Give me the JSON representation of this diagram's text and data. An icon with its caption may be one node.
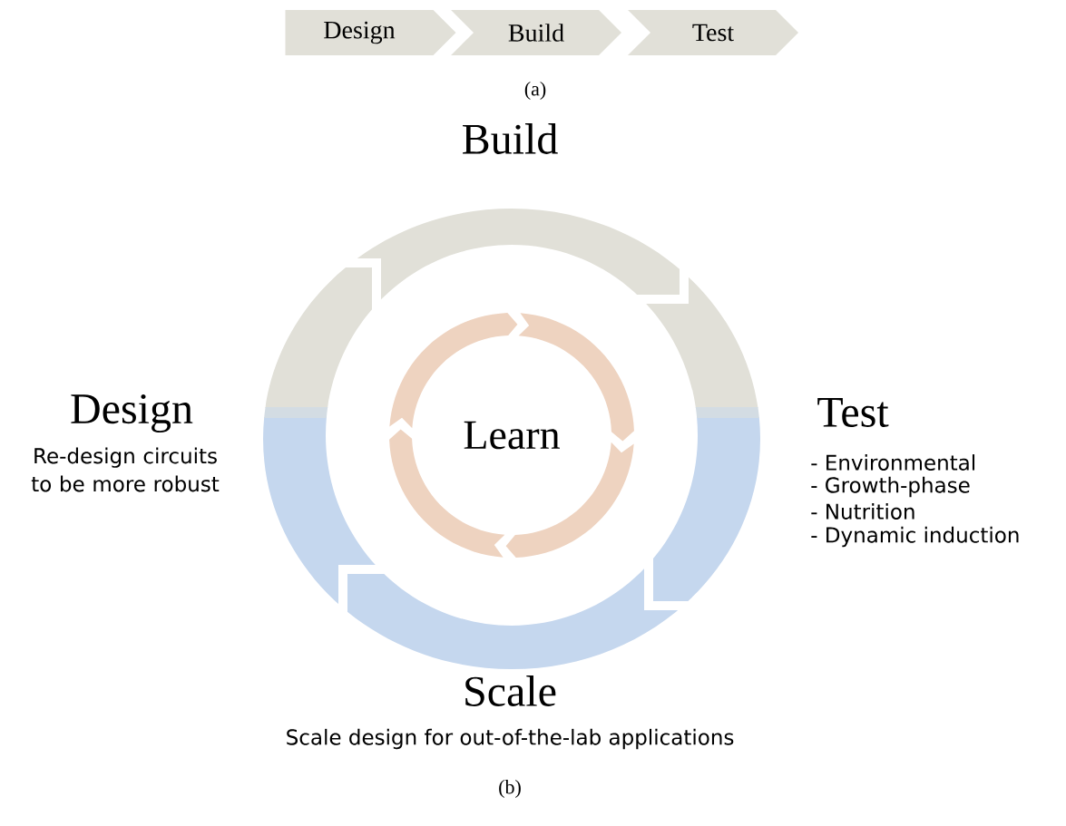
{
  "diagram": {
    "nodes": [
      {
        "text": [
          "Design"
        ]
      },
      {
        "text": [
          "Build"
        ]
      },
      {
        "text": [
          "Test"
        ]
      },
      {
        "text": [
          "Learn"
        ]
      }
    ],
    "labels": [
      "(a)",
      "Build",
      "Design",
      "Re-design circuits to be more robust",
      "Test",
      "- Environmental",
      "- Growth-phase",
      "- Nutrition",
      "- Dynamic induction",
      "Scale",
      "Scale design for out-of-the-lab applications",
      "(b)"
    ]
  }
}
